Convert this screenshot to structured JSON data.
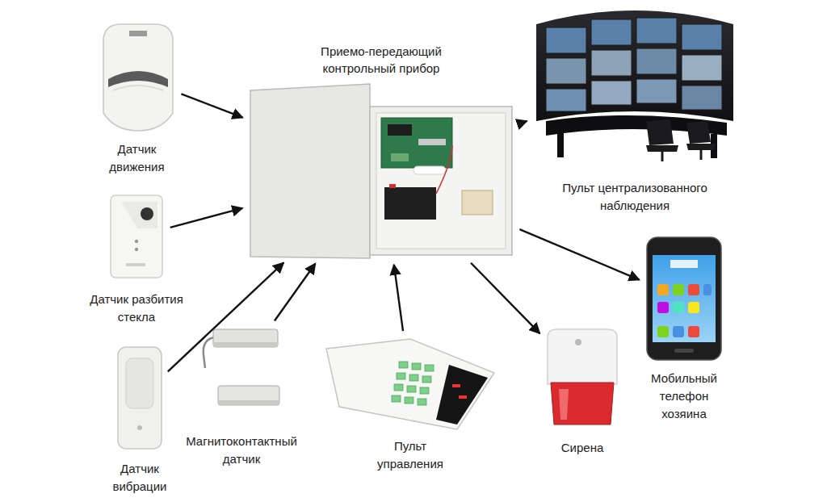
{
  "diagram": {
    "nodes": [
      {
        "text": [
          "Датчик движения"
        ]
      },
      {
        "text": [
          "Приемо-передающий контрольный прибор"
        ]
      },
      {
        "text": [
          "Пульт централизованного наблюдения"
        ]
      },
      {
        "text": [
          "Датчик разбития стекла"
        ]
      },
      {
        "text": [
          "Мобильный телефон хозяина"
        ]
      },
      {
        "text": [
          "Датчик вибрации"
        ]
      },
      {
        "text": [
          "Магнитоконтактный датчик"
        ]
      },
      {
        "text": [
          "Пульт управления"
        ]
      },
      {
        "text": [
          "Сирена"
        ]
      }
    ],
    "edges": [
      {
        "from": 0,
        "to": 1,
        "arrow": "to"
      },
      {
        "from": 3,
        "to": 1,
        "arrow": "to"
      },
      {
        "from": 5,
        "to": 1,
        "arrow": "to"
      },
      {
        "from": 6,
        "to": 1,
        "arrow": "to"
      },
      {
        "from": 7,
        "to": 1,
        "arrow": "to"
      },
      {
        "from": 1,
        "to": 2,
        "arrow": "to"
      },
      {
        "from": 1,
        "to": 4,
        "arrow": "to"
      },
      {
        "from": 1,
        "to": 8,
        "arrow": "to"
      }
    ]
  }
}
